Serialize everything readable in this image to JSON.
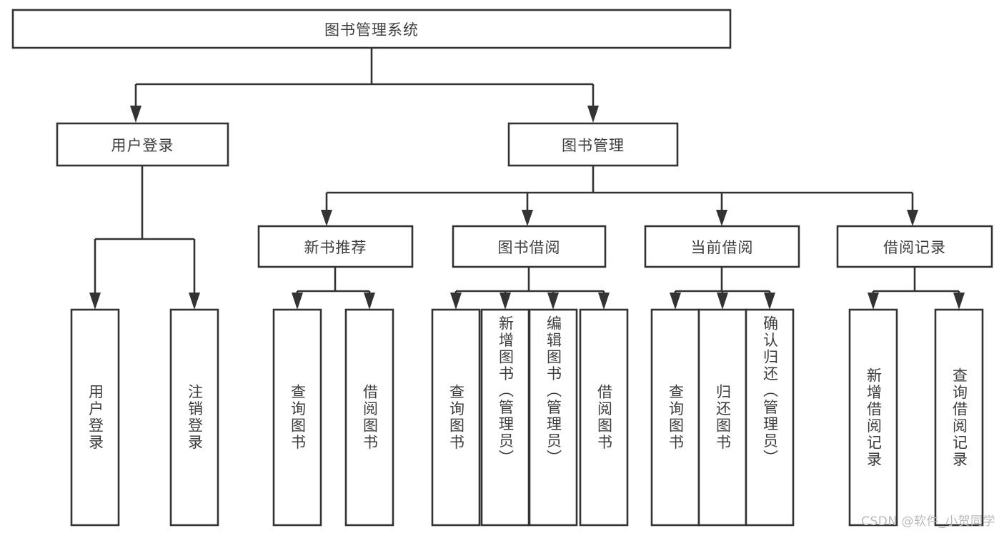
{
  "diagram": {
    "title": "图书管理系统",
    "type": "tree-hierarchy-chart",
    "watermark": "CSDN @软件_小贺同学",
    "colors": {
      "box_stroke": "#333333",
      "box_fill": "#ffffff",
      "text": "#3d3d3d",
      "background": "#ffffff",
      "watermark": "#b9b9b9"
    },
    "root": {
      "id": "root",
      "label": "图书管理系统",
      "orientation": "horizontal"
    },
    "level2": [
      {
        "id": "user-login",
        "label": "用户登录",
        "orientation": "horizontal"
      },
      {
        "id": "book-management",
        "label": "图书管理",
        "orientation": "horizontal"
      }
    ],
    "level3": [
      {
        "id": "new-book-recommend",
        "label": "新书推荐",
        "orientation": "horizontal",
        "parent": "book-management"
      },
      {
        "id": "book-borrow",
        "label": "图书借阅",
        "orientation": "horizontal",
        "parent": "book-management"
      },
      {
        "id": "current-borrow",
        "label": "当前借阅",
        "orientation": "horizontal",
        "parent": "book-management"
      },
      {
        "id": "borrow-record",
        "label": "借阅记录",
        "orientation": "horizontal",
        "parent": "book-management"
      }
    ],
    "leaves": [
      {
        "id": "leaf-user-login",
        "label": "用户登录",
        "parent": "user-login",
        "orientation": "vertical"
      },
      {
        "id": "leaf-user-logout",
        "label": "注销登录",
        "parent": "user-login",
        "orientation": "vertical"
      },
      {
        "id": "leaf-query-book-1",
        "label": "查询图书",
        "parent": "new-book-recommend",
        "orientation": "vertical"
      },
      {
        "id": "leaf-borrow-book-1",
        "label": "借阅图书",
        "parent": "new-book-recommend",
        "orientation": "vertical"
      },
      {
        "id": "leaf-query-book-2",
        "label": "查询图书",
        "parent": "book-borrow",
        "orientation": "vertical"
      },
      {
        "id": "leaf-add-book",
        "label": "新增图书（管理员）",
        "parent": "book-borrow",
        "orientation": "vertical"
      },
      {
        "id": "leaf-edit-book",
        "label": "编辑图书（管理员）",
        "parent": "book-borrow",
        "orientation": "vertical"
      },
      {
        "id": "leaf-borrow-book-2",
        "label": "借阅图书",
        "parent": "book-borrow",
        "orientation": "vertical"
      },
      {
        "id": "leaf-query-book-3",
        "label": "查询图书",
        "parent": "current-borrow",
        "orientation": "vertical"
      },
      {
        "id": "leaf-return-book",
        "label": "归还图书",
        "parent": "current-borrow",
        "orientation": "vertical"
      },
      {
        "id": "leaf-confirm-return",
        "label": "确认归还（管理员）",
        "parent": "current-borrow",
        "orientation": "vertical"
      },
      {
        "id": "leaf-add-record",
        "label": "新增借阅记录",
        "parent": "borrow-record",
        "orientation": "vertical"
      },
      {
        "id": "leaf-query-record",
        "label": "查询借阅记录",
        "parent": "borrow-record",
        "orientation": "vertical"
      }
    ]
  }
}
